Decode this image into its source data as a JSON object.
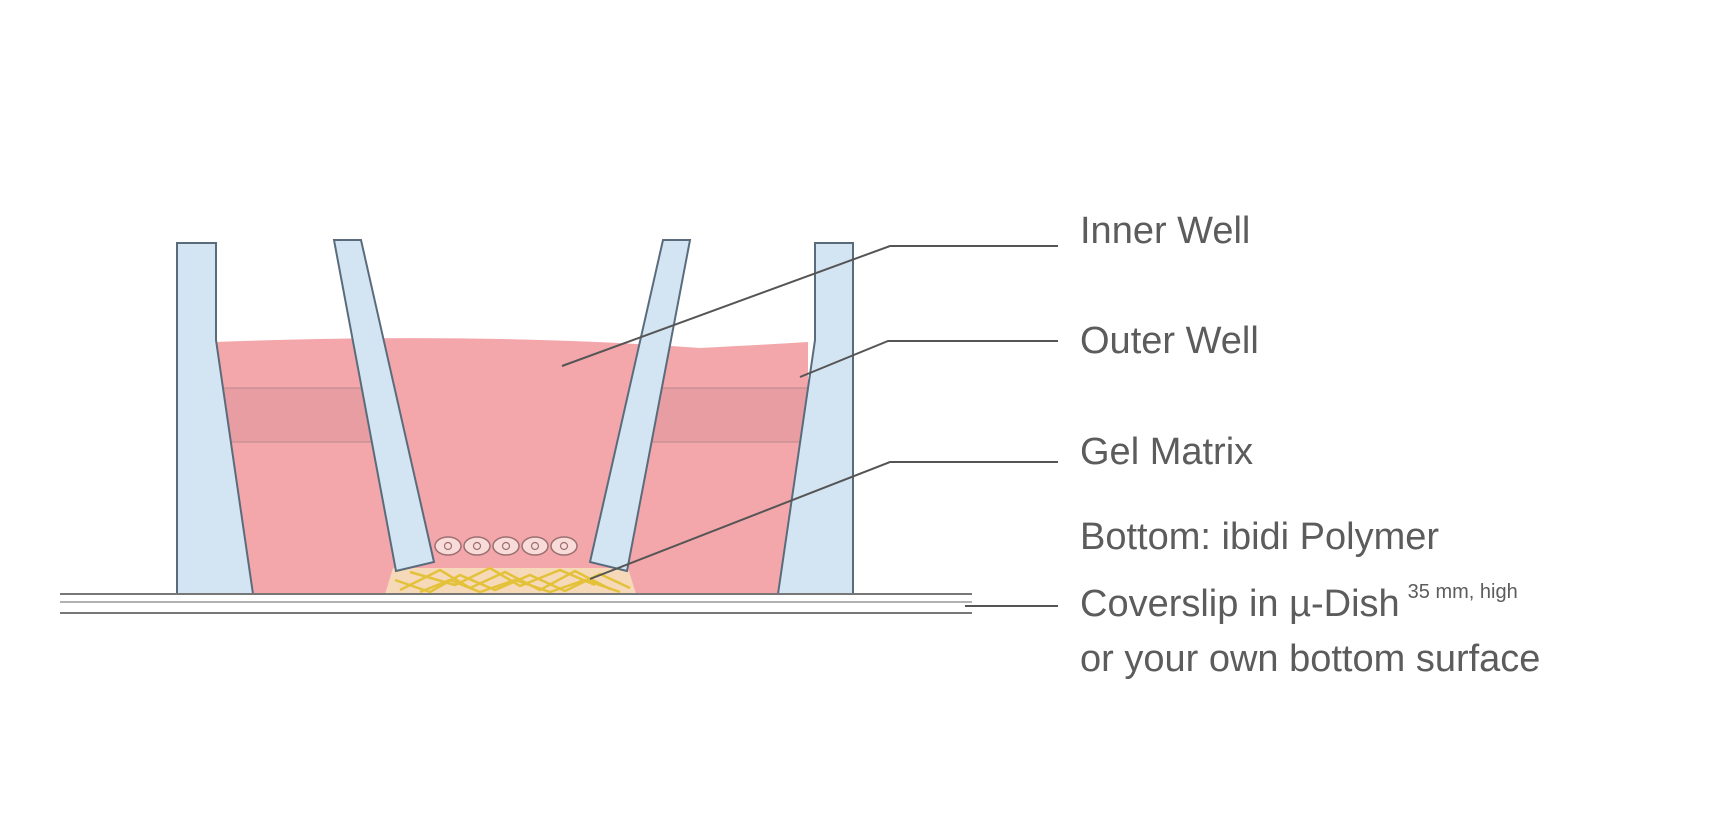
{
  "labels": {
    "inner_well": "Inner Well",
    "outer_well": "Outer Well",
    "gel_matrix": "Gel Matrix",
    "bottom_line1": "Bottom: ibidi Polymer",
    "bottom_line2": "Coverslip in µ-Dish",
    "bottom_superscript": "35 mm, high",
    "bottom_line3": "or your own bottom surface"
  },
  "colors": {
    "medium": "#f3a7ab",
    "medium_band": "#e79da2",
    "wall_fill": "#d3e4f3",
    "wall_stroke": "#5a6c7c",
    "gel_fill": "#f6d9b9",
    "gel_fiber": "#e3c23a",
    "cell_fill": "#f9dcd9",
    "leader_line": "#555555",
    "text": "#5c5c5c"
  }
}
